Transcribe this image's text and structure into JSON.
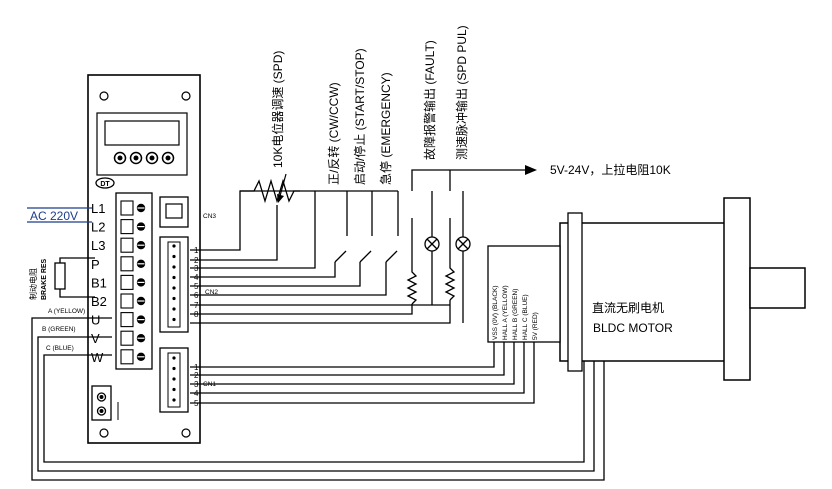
{
  "labels": {
    "ac_input": "AC 220V",
    "brake_res_cn": "制动电阻",
    "brake_res_en": "BRAKE RES",
    "logo": "DT",
    "cn3": "CN3",
    "cn2": "CN2",
    "cn1": "CN1",
    "pot": "10K电位器调速 (SPD)",
    "cw_ccw": "正/反转 (CW/CCW)",
    "start_stop": "启动/停止 (START/STOP)",
    "emergency": "急停 (EMERGENCY)",
    "fault": "故障报警输出 (FAULT)",
    "spd_pul": "测速脉冲输出 (SPD PUL)",
    "pullup": "5V-24V，上拉电阻10K",
    "motor_cn": "直流无刷电机",
    "motor_en": "BLDC MOTOR"
  },
  "terminals": {
    "power": [
      {
        "label": "L1"
      },
      {
        "label": "L2"
      },
      {
        "label": "L3"
      },
      {
        "label": "P"
      },
      {
        "label": "B1"
      },
      {
        "label": "B2"
      },
      {
        "label": "U"
      },
      {
        "label": "V"
      },
      {
        "label": "W"
      }
    ],
    "phase_wires": [
      "A (YELLOW)",
      "B (GREEN)",
      "C (BLUE)"
    ],
    "cn2_pins": [
      "1",
      "2",
      "3",
      "4",
      "5",
      "6",
      "7",
      "8"
    ],
    "cn1_pins": [
      "1",
      "2",
      "3",
      "4",
      "5"
    ],
    "hall_wires": [
      "VSS (0V) (BLACK)",
      "HALL A (YELLOW)",
      "HALL B (GREEN)",
      "HALL C (BLUE)",
      "5V (RED)"
    ]
  }
}
